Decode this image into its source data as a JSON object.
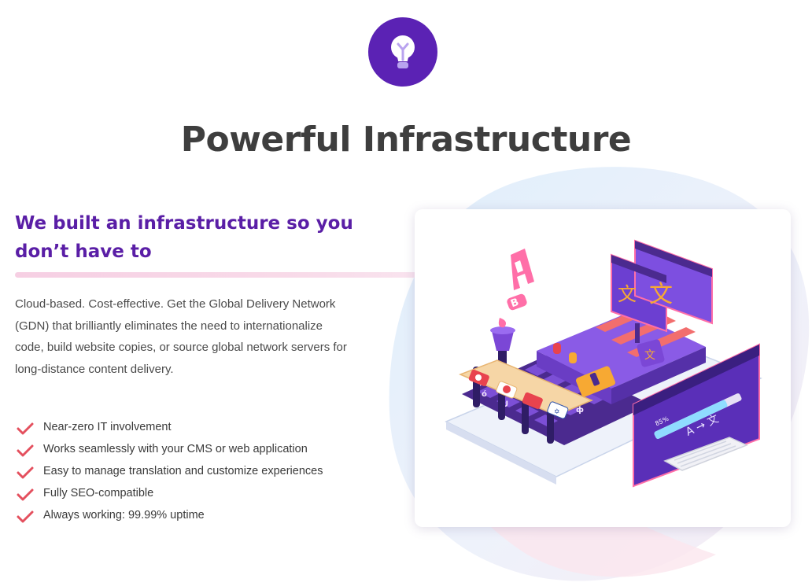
{
  "header": {
    "icon": "lightbulb-icon",
    "title": "Powerful Infrastructure"
  },
  "content": {
    "heading": "We built an infrastructure so you don’t have to",
    "description": "Cloud-based. Cost-effective. Get the Global Delivery Network (GDN) that brilliantly eliminates the need to internationalize code, build website copies, or source global network servers for long-distance content delivery.",
    "features": [
      "Near-zero IT involvement",
      "Works seamlessly with your CMS or web application",
      "Easy to manage translation and customize experiences",
      "Fully SEO-compatible",
      "Always working: 99.99% uptime"
    ]
  },
  "illustration": {
    "icon": "translation-machine-illustration",
    "progress_label": "85%",
    "translate_label": "A → 文"
  },
  "colors": {
    "brand_purple": "#5b22b4",
    "heading_purple": "#5a1ea6",
    "title_gray": "#3e3e3e",
    "check_red": "#e4505e",
    "rule_pink": "#f6cfe3"
  }
}
